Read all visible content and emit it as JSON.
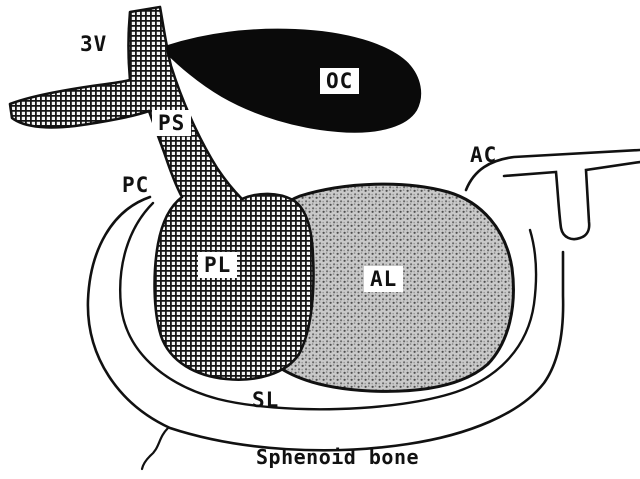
{
  "figure": {
    "labels": {
      "third_ventricle": "3V",
      "optic_chiasm": "OC",
      "pituitary_stalk": "PS",
      "posterior_clinoid": "PC",
      "anterior_clinoid": "AC",
      "posterior_lobe": "PL",
      "anterior_lobe": "AL",
      "sellar_line": "SL",
      "sphenoid_bone": "Sphenoid bone"
    },
    "colors": {
      "ink": "#111111",
      "optic_chiasm_fill": "#0a0a0a",
      "anterior_lobe_gray": "#c9c9c9",
      "background": "#ffffff"
    }
  }
}
